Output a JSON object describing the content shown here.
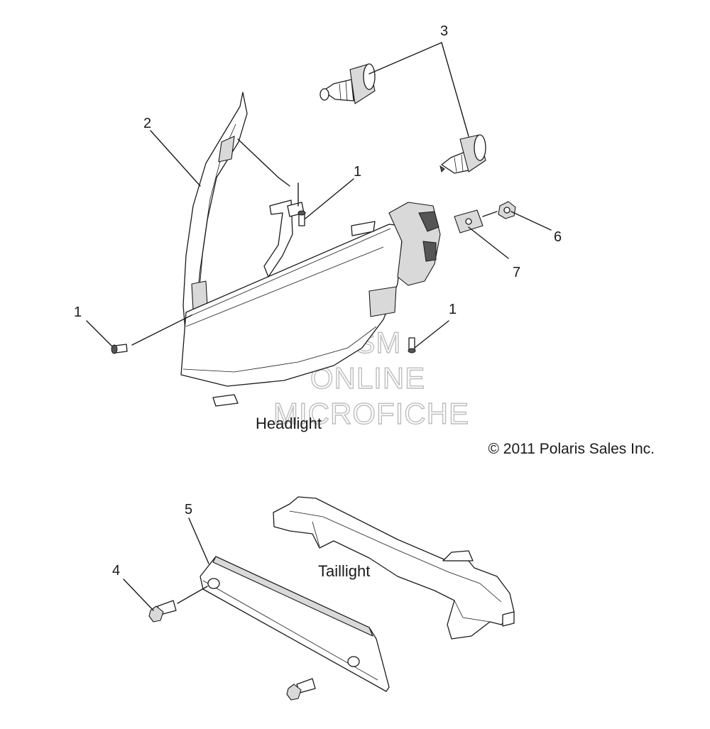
{
  "diagram": {
    "callouts": [
      {
        "id": "c3",
        "text": "3"
      },
      {
        "id": "c2",
        "text": "2"
      },
      {
        "id": "c1a",
        "text": "1"
      },
      {
        "id": "c6",
        "text": "6"
      },
      {
        "id": "c7",
        "text": "7"
      },
      {
        "id": "c1b",
        "text": "1"
      },
      {
        "id": "c1c",
        "text": "1"
      },
      {
        "id": "c5",
        "text": "5"
      },
      {
        "id": "c4",
        "text": "4"
      }
    ],
    "sections": {
      "headlight": "Headlight",
      "taillight": "Taillight"
    },
    "copyright": "© 2011 Polaris Sales Inc.",
    "watermark": [
      "HLSM",
      "ONLINE",
      "MICROFICHE"
    ]
  }
}
